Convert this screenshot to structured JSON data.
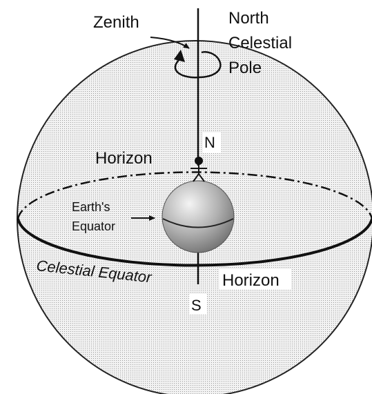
{
  "labels": {
    "zenith": "Zenith",
    "ncp_line1": "North",
    "ncp_line2": "Celestial",
    "ncp_line3": "Pole",
    "north": "N",
    "horizon_upper": "Horizon",
    "earths_equator_line1": "Earth's",
    "earths_equator_line2": "Equator",
    "celestial_equator": "Celestial Equator",
    "horizon_lower": "Horizon",
    "south": "S"
  },
  "colors": {
    "sphere_fill": "#e4e4e4",
    "line": "#111111",
    "earth_light": "#eeeeee",
    "earth_dark": "#777777"
  }
}
